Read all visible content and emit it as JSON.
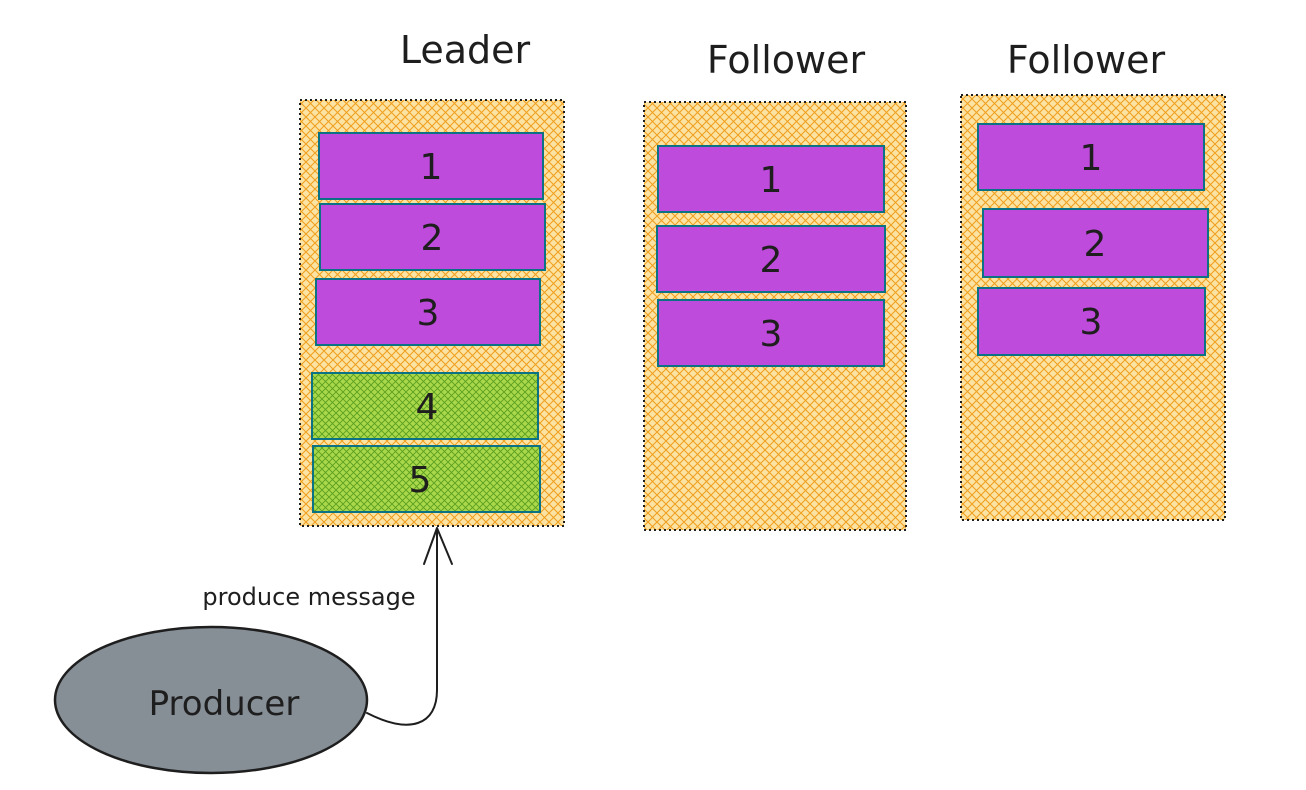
{
  "colors": {
    "partition_fill": "#f5c045",
    "partition_hatch": "#f08c00",
    "committed_fill": "#be4bdb",
    "committed_stroke": "#0b7285",
    "new_fill": "#94d82d",
    "new_hatch": "#2b8a3e",
    "new_stroke": "#0b7285",
    "producer_fill": "#868e96",
    "producer_stroke": "#1e1e1e",
    "ink": "#1e1e1e"
  },
  "leader": {
    "title": "Leader",
    "committed": [
      "1",
      "2",
      "3"
    ],
    "new": [
      "4",
      "5"
    ]
  },
  "followers": [
    {
      "title": "Follower",
      "messages": [
        "1",
        "2",
        "3"
      ]
    },
    {
      "title": "Follower",
      "messages": [
        "1",
        "2",
        "3"
      ]
    }
  ],
  "producer": {
    "label": "Producer"
  },
  "edge": {
    "label": "produce message"
  }
}
